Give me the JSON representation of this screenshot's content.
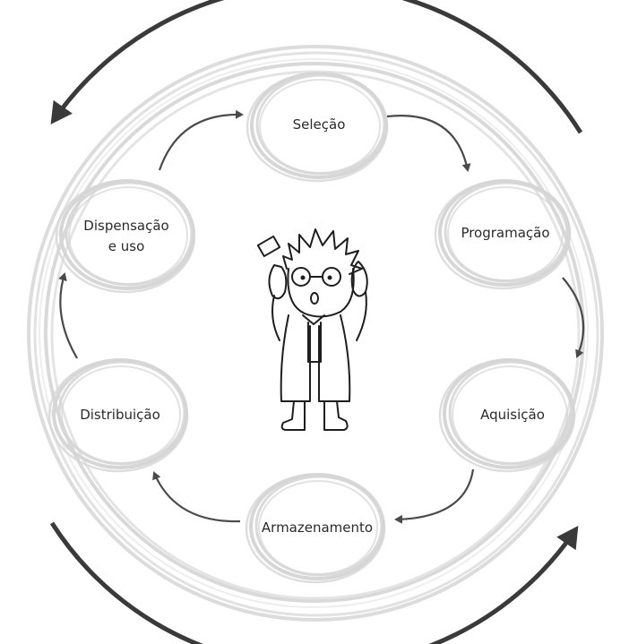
{
  "diagram": {
    "type": "cycle",
    "nodes": [
      {
        "id": "selecao",
        "label": "Seleção"
      },
      {
        "id": "programacao",
        "label": "Programação"
      },
      {
        "id": "aquisicao",
        "label": "Aquisição"
      },
      {
        "id": "armazenamento",
        "label": "Armazenamento"
      },
      {
        "id": "distribuicao",
        "label": "Distribuição"
      },
      {
        "id": "dispensacao",
        "label_line1": "Dispensação",
        "label_line2": "e uso"
      }
    ],
    "flow_direction": "clockwise",
    "center_figure": "stressed-pharmacist-illustration"
  },
  "colors": {
    "ring": "#d6d6d6",
    "arrow": "#4a4a4a",
    "outer_arrow": "#3a3a3a",
    "text": "#2a2a2a",
    "figure_stroke": "#1e1e1e"
  }
}
